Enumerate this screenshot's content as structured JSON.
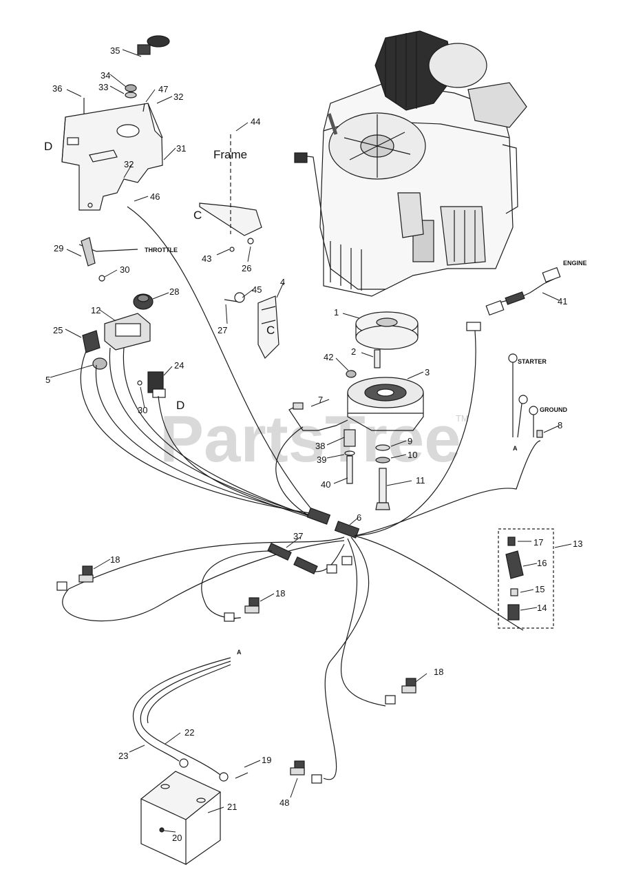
{
  "watermark": {
    "text": "PartsTree",
    "tm": "TM"
  },
  "callouts": [
    {
      "n": "35"
    },
    {
      "n": "34"
    },
    {
      "n": "33"
    },
    {
      "n": "47"
    },
    {
      "n": "32"
    },
    {
      "n": "36"
    },
    {
      "n": "31"
    },
    {
      "n": "32"
    },
    {
      "n": "46"
    },
    {
      "n": "44"
    },
    {
      "n": "29"
    },
    {
      "n": "30"
    },
    {
      "n": "43"
    },
    {
      "n": "26"
    },
    {
      "n": "28"
    },
    {
      "n": "12"
    },
    {
      "n": "25"
    },
    {
      "n": "5"
    },
    {
      "n": "24"
    },
    {
      "n": "30"
    },
    {
      "n": "45"
    },
    {
      "n": "4"
    },
    {
      "n": "27"
    },
    {
      "n": "1"
    },
    {
      "n": "2"
    },
    {
      "n": "42"
    },
    {
      "n": "3"
    },
    {
      "n": "7"
    },
    {
      "n": "38"
    },
    {
      "n": "9"
    },
    {
      "n": "39"
    },
    {
      "n": "10"
    },
    {
      "n": "40"
    },
    {
      "n": "11"
    },
    {
      "n": "41"
    },
    {
      "n": "8"
    },
    {
      "n": "6"
    },
    {
      "n": "37"
    },
    {
      "n": "18"
    },
    {
      "n": "18"
    },
    {
      "n": "17"
    },
    {
      "n": "13"
    },
    {
      "n": "16"
    },
    {
      "n": "15"
    },
    {
      "n": "14"
    },
    {
      "n": "18"
    },
    {
      "n": "22"
    },
    {
      "n": "23"
    },
    {
      "n": "19"
    },
    {
      "n": "21"
    },
    {
      "n": "20"
    },
    {
      "n": "48"
    }
  ],
  "labels": {
    "throttle": "THROTTLE",
    "engine": "ENGINE",
    "starter": "STARTER",
    "ground": "GROUND",
    "frame": "Frame",
    "d1": "D",
    "d2": "D",
    "c1": "C",
    "c2": "C",
    "a1": "A",
    "a2": "A"
  }
}
